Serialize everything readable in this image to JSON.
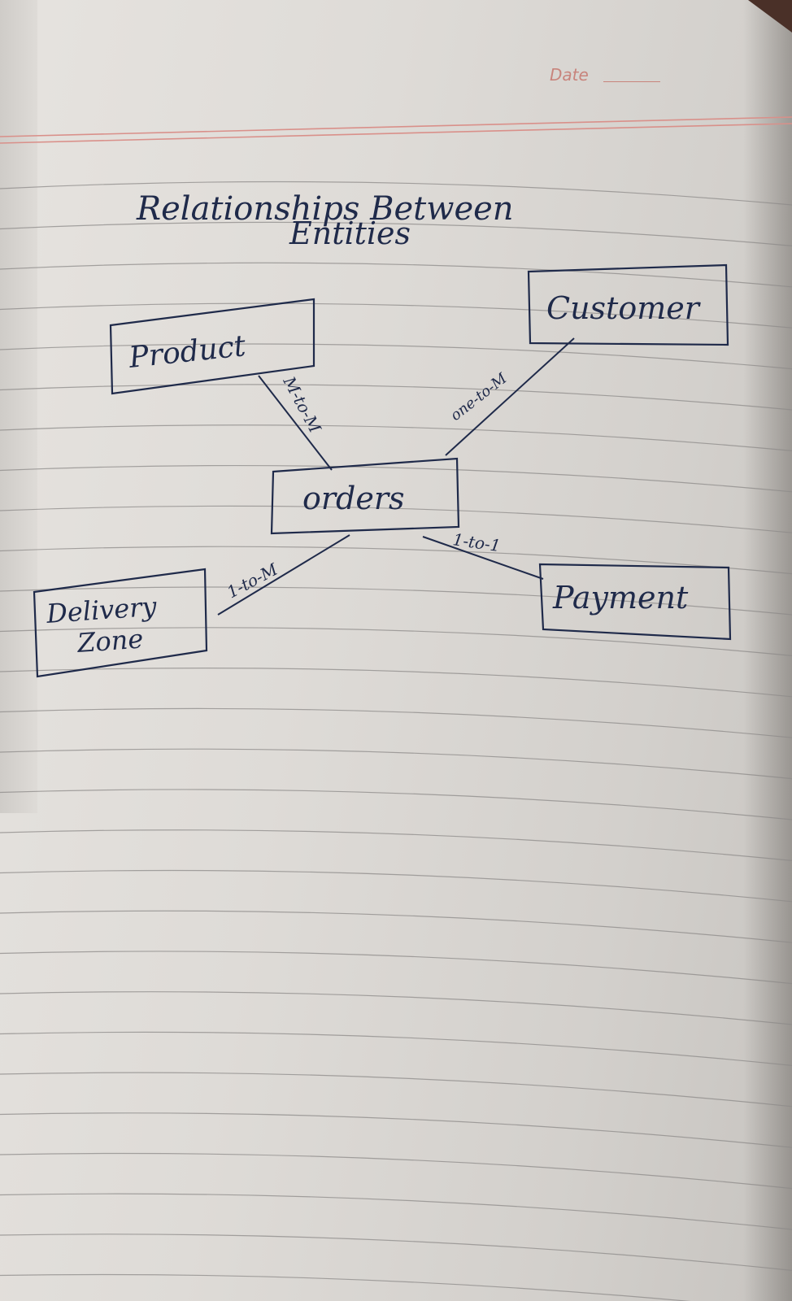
{
  "header": {
    "date_label": "Date"
  },
  "title": {
    "line1": "Relationships Between",
    "line2": "Entities"
  },
  "entities": {
    "product": "Product",
    "customer": "Customer",
    "orders": "orders",
    "delivery_zone_line1": "Delivery",
    "delivery_zone_line2": "Zone",
    "payment": "Payment"
  },
  "relationships": {
    "product_orders": "M-to-M",
    "customer_orders": "one-to-M",
    "delivery_orders": "1-to-M",
    "orders_payment": "1-to-1"
  },
  "colors": {
    "ink": "#1f2a4a",
    "ruling": "#8c8a88",
    "margin_red": "#d9908a"
  }
}
